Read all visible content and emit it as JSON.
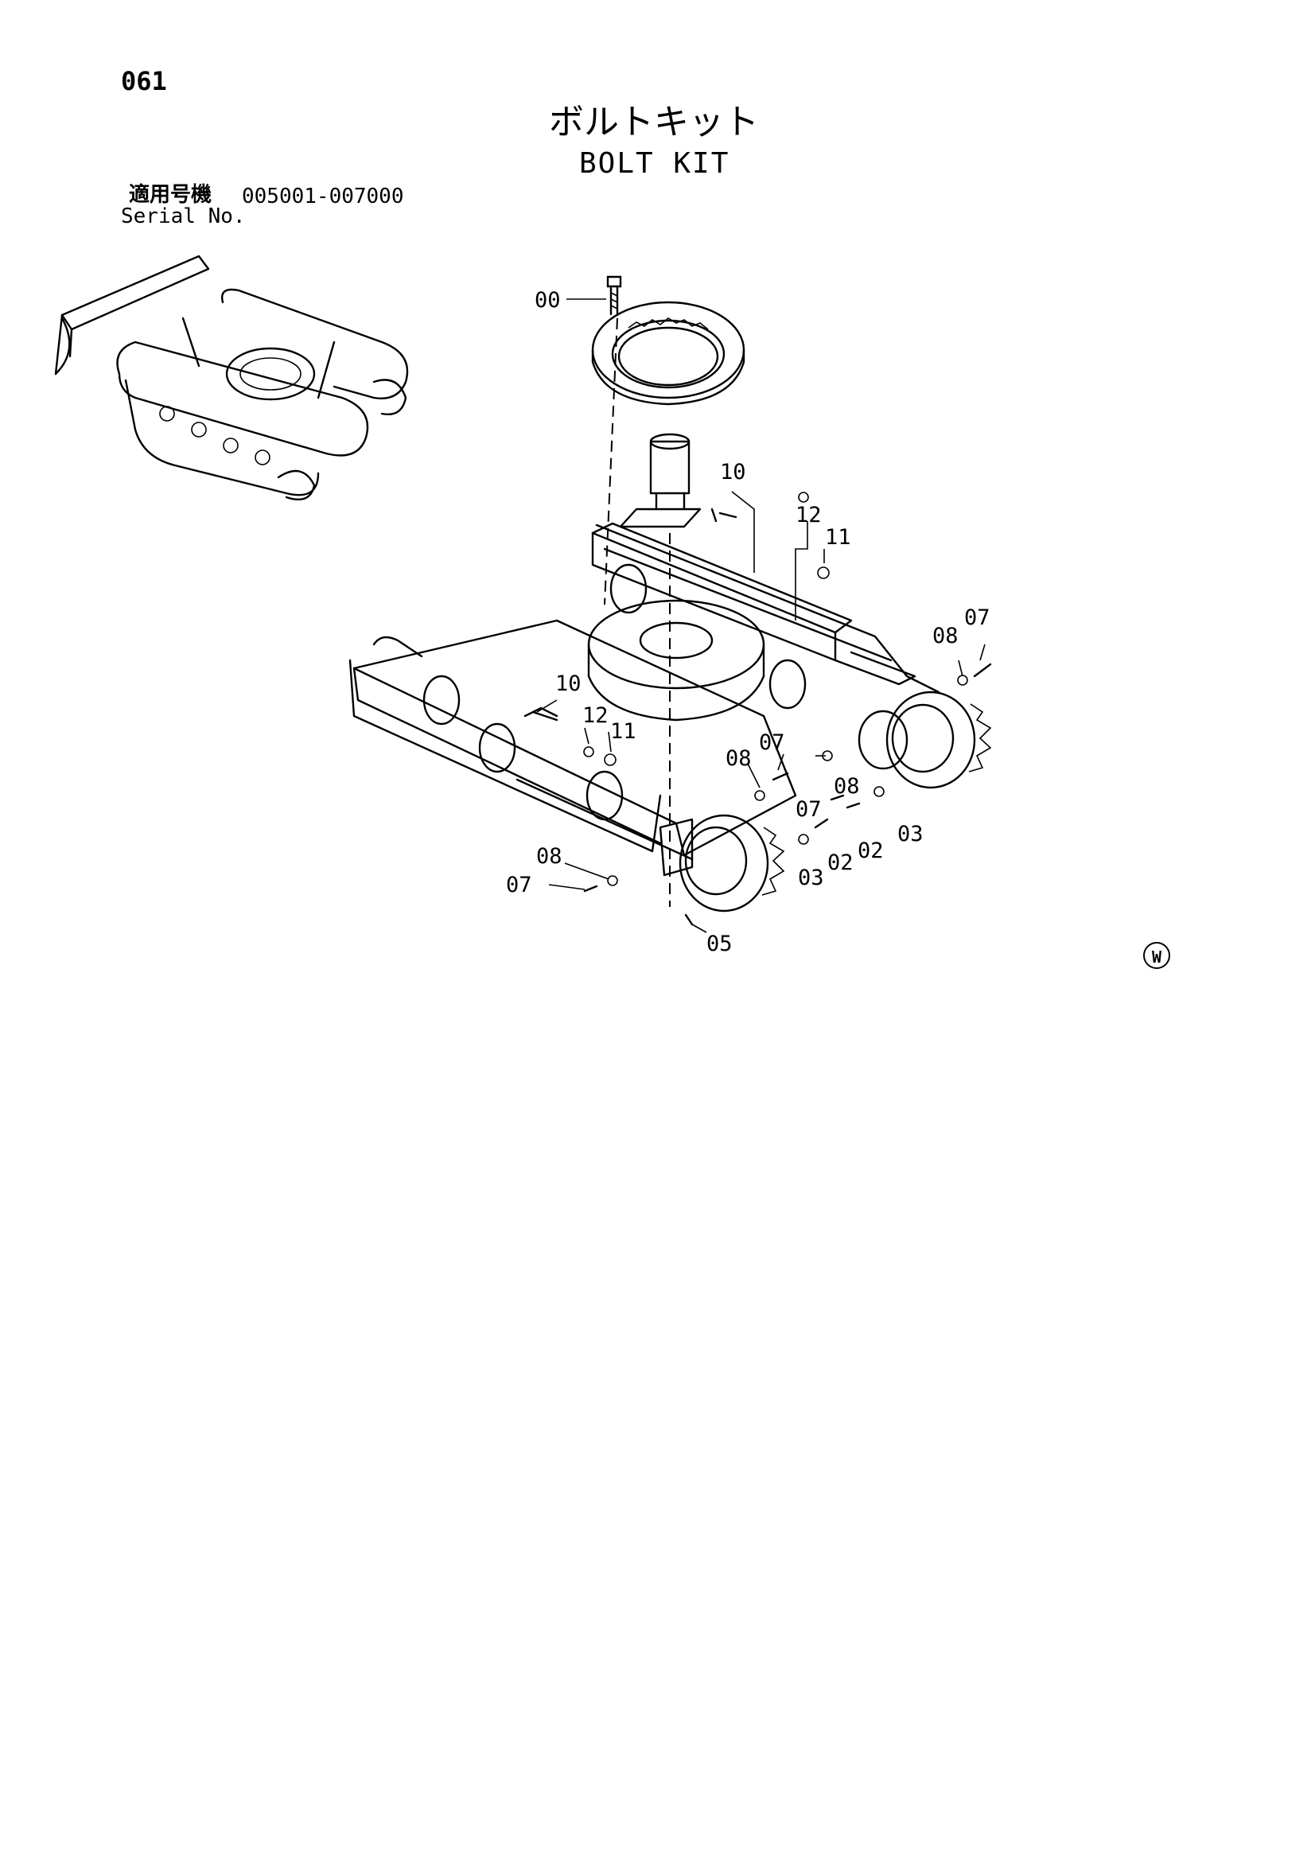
{
  "page_number": "061",
  "title_jp": "ボルトキット",
  "title_en": "BOLT KIT",
  "serial_label_jp": "適用号機",
  "serial_range": "005001-007000",
  "serial_label_en": "Serial No.",
  "corner_mark": "W",
  "callouts": [
    "00",
    "10",
    "12",
    "11",
    "08",
    "07",
    "10",
    "12",
    "11",
    "08",
    "07",
    "07",
    "08",
    "03",
    "02",
    "02",
    "03",
    "08",
    "07",
    "05"
  ]
}
